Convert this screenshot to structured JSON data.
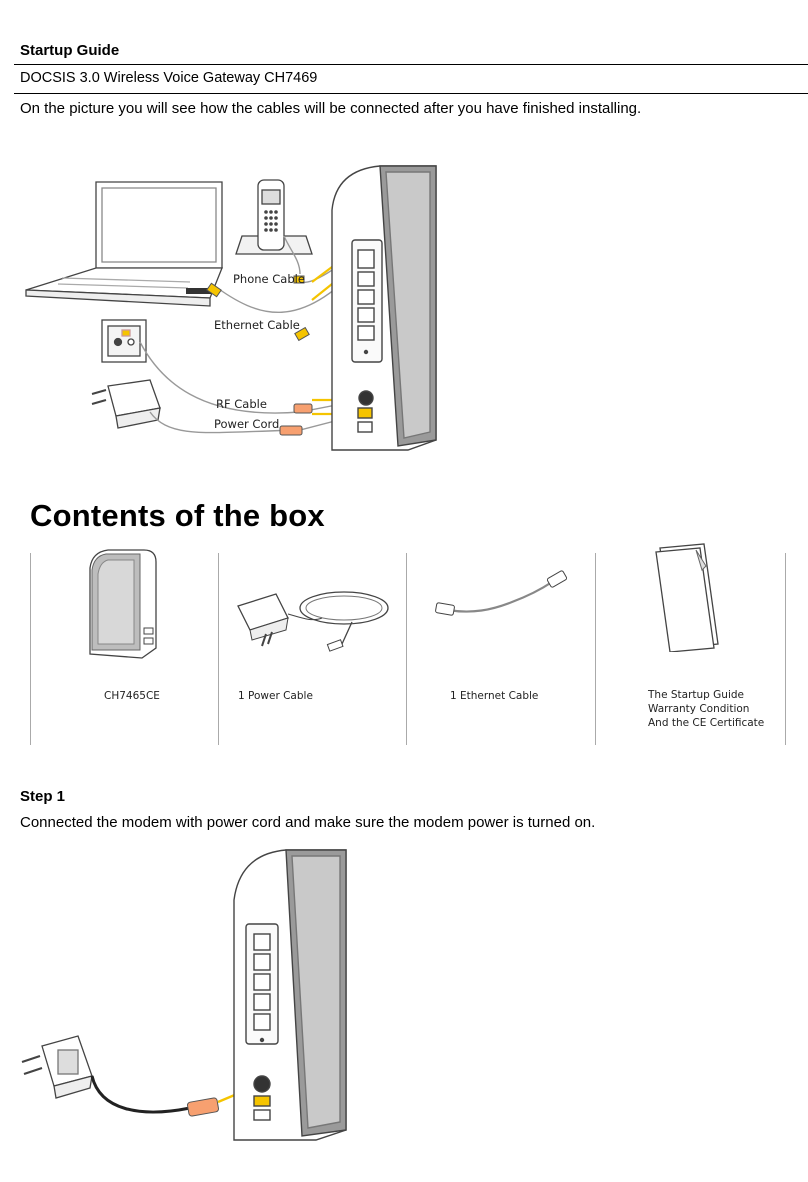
{
  "header": {
    "title": "Startup Guide",
    "product": "DOCSIS 3.0 Wireless Voice Gateway CH7469",
    "intro": "On the picture you will see how the cables will be connected after you have finished installing."
  },
  "diagram": {
    "labels": {
      "phone_cable": "Phone Cable",
      "ethernet_cable": "Ethernet Cable",
      "rf_cable": "RF Cable",
      "power_cord": "Power Cord"
    },
    "accent_color": "#f5c400"
  },
  "box": {
    "heading": "Contents of the box",
    "items": [
      {
        "icon": "modem-icon",
        "lines": [
          "CH7465CE"
        ]
      },
      {
        "icon": "power-adapter-icon",
        "lines": [
          "1 Power Cable"
        ]
      },
      {
        "icon": "ethernet-cable-icon",
        "lines": [
          "1 Ethernet Cable"
        ]
      },
      {
        "icon": "booklet-icon",
        "lines": [
          "The Startup Guide",
          "Warranty Condition",
          "And the CE Certificate"
        ]
      }
    ]
  },
  "step1": {
    "title": "Step 1",
    "text": "Connected the modem with power cord and make sure the modem power is turned on."
  }
}
